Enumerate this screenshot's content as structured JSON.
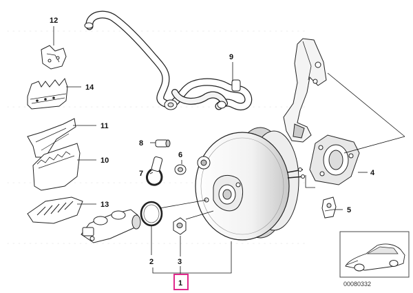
{
  "diagram": {
    "callouts": [
      "1",
      "2",
      "3",
      "4",
      "5",
      "6",
      "7",
      "8",
      "9",
      "10",
      "11",
      "12",
      "13",
      "14"
    ],
    "reference_number": "00080332",
    "highlighted_callout": "1",
    "colors": {
      "highlight": "#e0288c",
      "line": "#111111",
      "part_fill": "#ffffff",
      "shade": "#d8d8d8"
    },
    "icons": [
      "car-thumbnail-icon"
    ]
  }
}
